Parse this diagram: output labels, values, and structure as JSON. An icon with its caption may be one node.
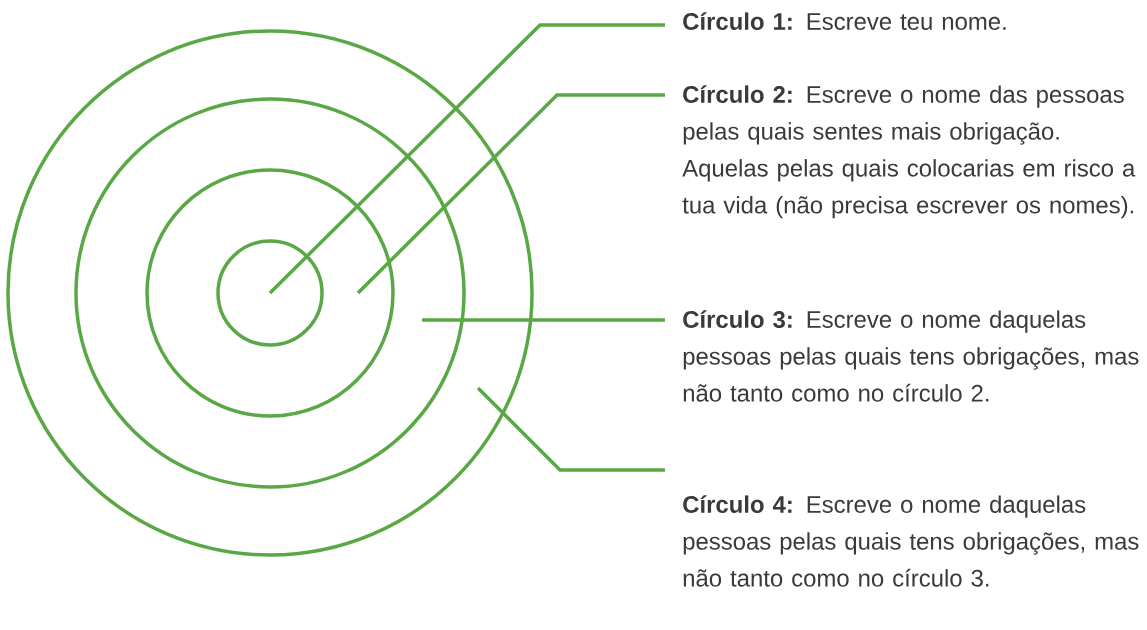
{
  "diagram": {
    "nodes": [
      {
        "text": [],
        "shape": "circle"
      },
      {
        "text": [],
        "shape": "circle",
        "in": 0
      },
      {
        "text": [],
        "shape": "circle",
        "in": 1
      },
      {
        "text": [],
        "shape": "circle",
        "in": 2
      },
      {
        "text": [
          "**Círculo 1:** Escreve teu nome."
        ]
      },
      {
        "text": [
          "**Círculo 2:** Escreve o nome das pessoas pelas quais sentes mais obrigação. Aquelas pelas quais colocarias em risco a tua vida (não precisa escrever os nomes)."
        ]
      },
      {
        "text": [
          "**Círculo 3:** Escreve o nome daquelas pessoas pelas quais tens obrigações, mas não tanto como no círculo 2."
        ]
      },
      {
        "text": [
          "**Círculo 4:** Escreve o nome daquelas pessoas pelas quais tens obrigações, mas não tanto como no círculo 3."
        ]
      }
    ],
    "edges": [
      {
        "from": 4,
        "to": 3,
        "arrow": "none"
      },
      {
        "from": 5,
        "to": 2,
        "arrow": "none"
      },
      {
        "from": 6,
        "to": 1,
        "arrow": "none"
      },
      {
        "from": 7,
        "to": 0,
        "arrow": "none"
      }
    ]
  }
}
